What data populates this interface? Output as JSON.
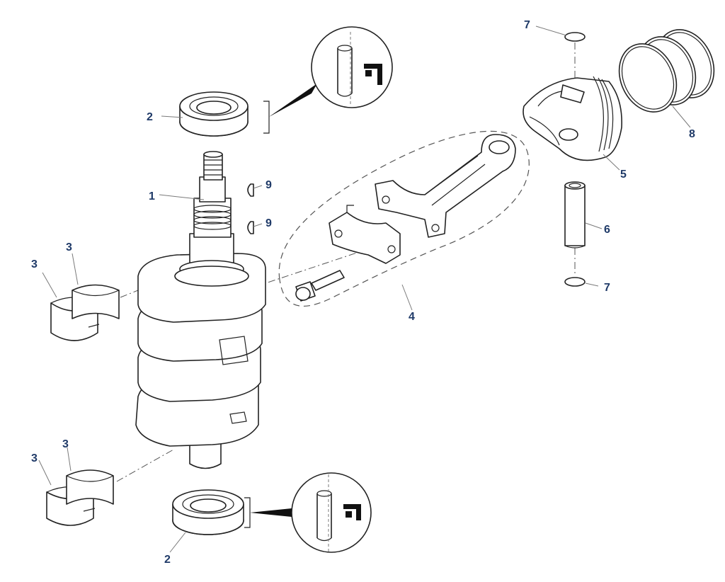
{
  "colors": {
    "label": "#1f3a68",
    "line": "#222222",
    "leader": "#7a7a7a",
    "background": "#ffffff"
  },
  "labels": {
    "crankshaft": "1",
    "oil_seal_top": "2",
    "oil_seal_bottom": "2",
    "bearing_upper_left_outer": "3",
    "bearing_upper_left_inner": "3",
    "bearing_lower_left_outer": "3",
    "bearing_lower_left_inner": "3",
    "connecting_rod_assembly": "4",
    "piston": "5",
    "piston_pin": "6",
    "clip_top": "7",
    "clip_bottom": "7",
    "piston_rings": "8",
    "woodruff_key_upper": "9",
    "woodruff_key_lower": "9"
  }
}
